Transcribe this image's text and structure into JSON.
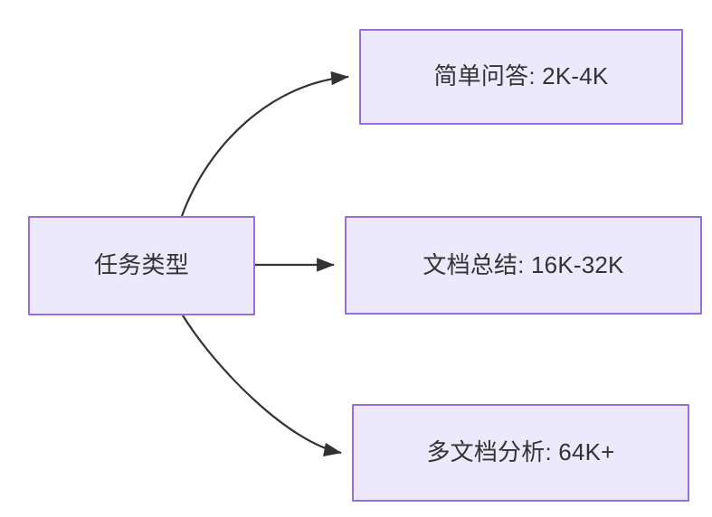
{
  "diagram": {
    "type": "flowchart",
    "direction": "left-to-right",
    "background_color": "#ffffff",
    "node_fill_color": "#ebe9fb",
    "node_border_color": "#9370db",
    "node_text_color": "#333333",
    "edge_color": "#333333",
    "nodes": [
      {
        "id": "root",
        "label": "任务类型"
      },
      {
        "id": "simple",
        "label": "简单问答: 2K-4K"
      },
      {
        "id": "summary",
        "label": "文档总结: 16K-32K"
      },
      {
        "id": "multidoc",
        "label": "多文档分析: 64K+"
      }
    ],
    "edges": [
      {
        "from": "root",
        "to": "simple",
        "style": "curved",
        "arrow": "arrowhead-icon"
      },
      {
        "from": "root",
        "to": "summary",
        "style": "straight",
        "arrow": "arrowhead-icon"
      },
      {
        "from": "root",
        "to": "multidoc",
        "style": "curved",
        "arrow": "arrowhead-icon"
      }
    ]
  }
}
